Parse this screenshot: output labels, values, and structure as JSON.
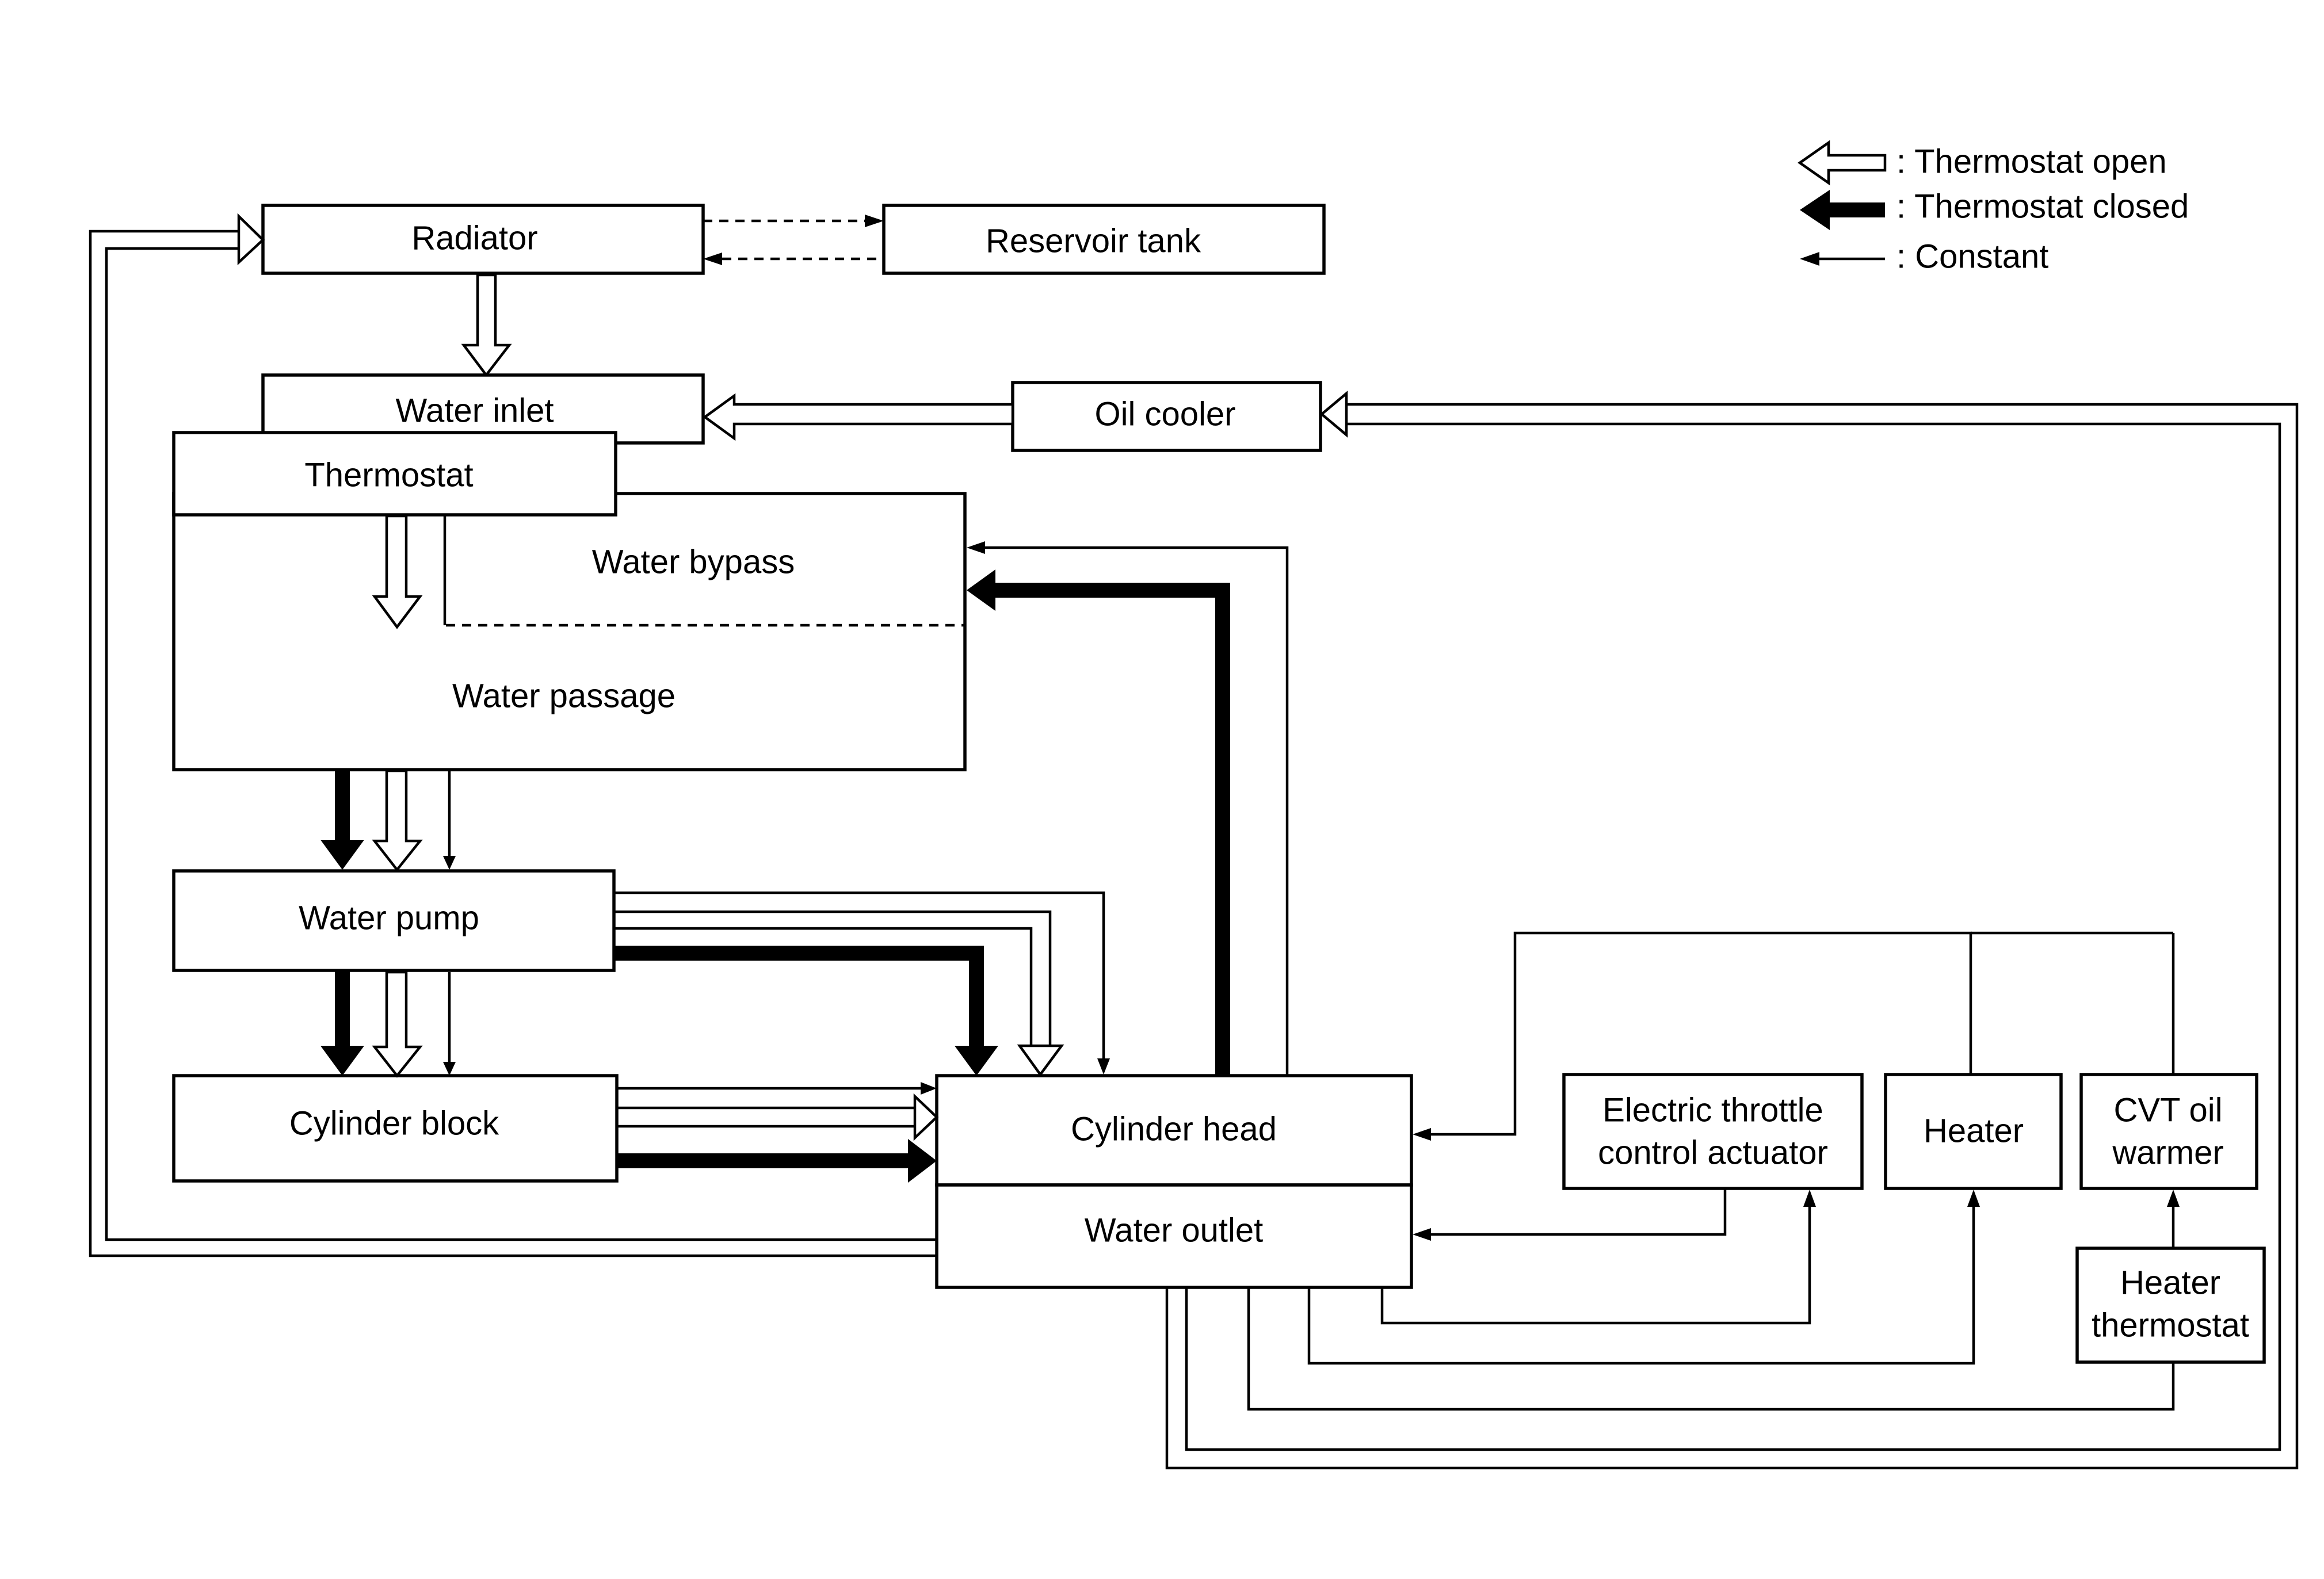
{
  "diagram": {
    "legend": {
      "open": ": Thermostat open",
      "closed": ": Thermostat closed",
      "constant": ": Constant"
    },
    "components": {
      "radiator": "Radiator",
      "reservoir_tank": "Reservoir tank",
      "water_inlet": "Water inlet",
      "oil_cooler": "Oil cooler",
      "thermostat": "Thermostat",
      "water_bypass": "Water bypass",
      "water_passage": "Water passage",
      "water_pump": "Water pump",
      "cylinder_block": "Cylinder block",
      "cylinder_head": "Cylinder head",
      "water_outlet": "Water outlet",
      "electric_throttle_line1": "Electric throttle",
      "electric_throttle_line2": "control actuator",
      "heater": "Heater",
      "cvt_line1": "CVT oil",
      "cvt_line2": "warmer",
      "heater_thermostat_line1": "Heater",
      "heater_thermostat_line2": "thermostat"
    }
  }
}
